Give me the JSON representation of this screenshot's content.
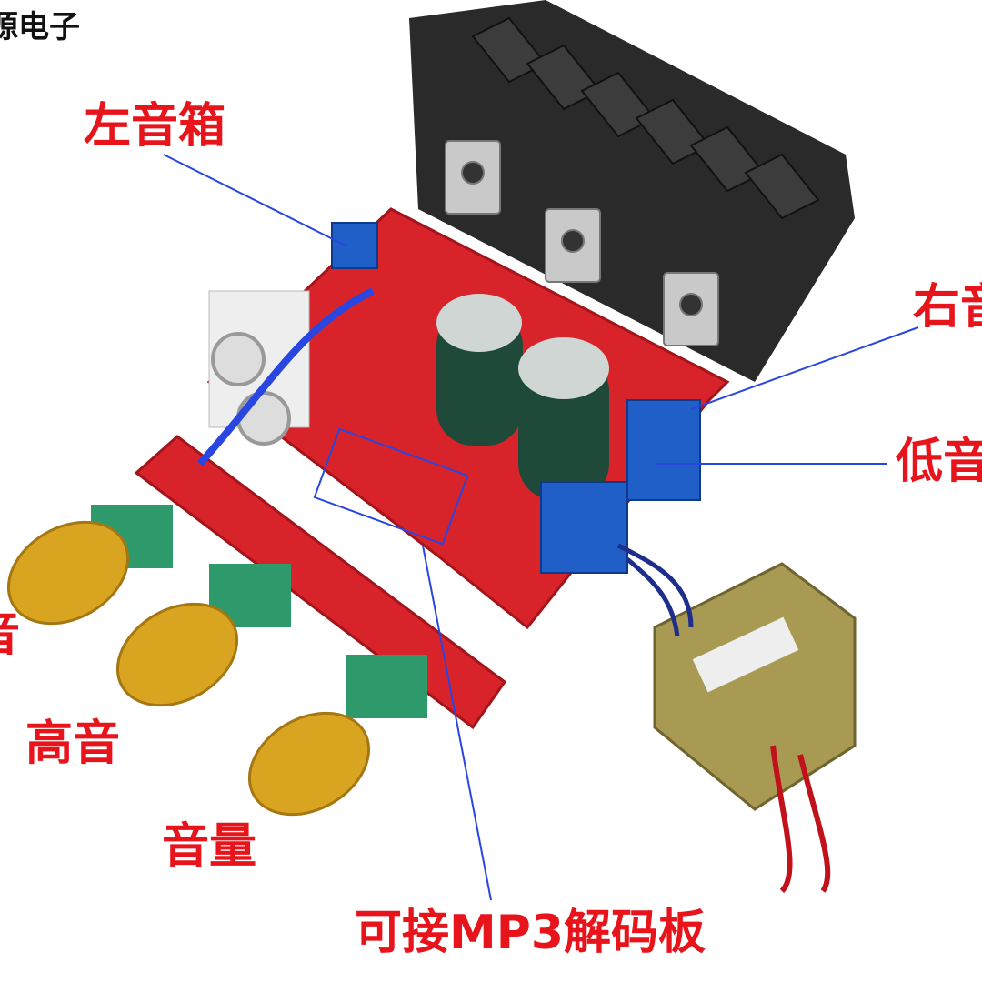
{
  "watermark": "源电子",
  "labels": {
    "left_speaker": "左音箱",
    "right_speaker": "右音",
    "bass": "低音",
    "left_cut": "音",
    "treble": "高音",
    "volume": "音量",
    "mp3_decoder": "可接MP3解码板"
  },
  "colors": {
    "label_red": "#e8141c",
    "arrow_blue": "#2a46e0",
    "pcb_red": "#d8232a",
    "heatsink": "#2a2a2a",
    "knob_gold": "#d9a521",
    "terminal_blue": "#1f5fc7",
    "capacitor_green": "#1f4a3a"
  }
}
